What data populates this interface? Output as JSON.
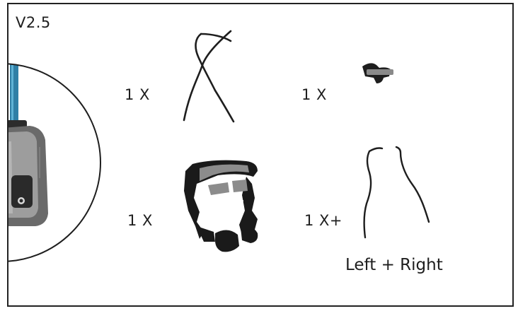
{
  "version_label": "V2.5",
  "parts": [
    {
      "name": "strap",
      "quantity": "1 X"
    },
    {
      "name": "small-clip",
      "quantity": "1 X"
    },
    {
      "name": "harness-frame",
      "quantity": "1 X"
    },
    {
      "name": "side-strap-pair",
      "quantity": "1 X+"
    }
  ],
  "side_strap_caption": "Left + Right",
  "colors": {
    "line": "#1e1e1e",
    "device_body": "#5c5c5c",
    "device_face": "#9a9a9a",
    "device_pole": "#2f7fa6",
    "harness_panel": "#8c8c8c"
  }
}
